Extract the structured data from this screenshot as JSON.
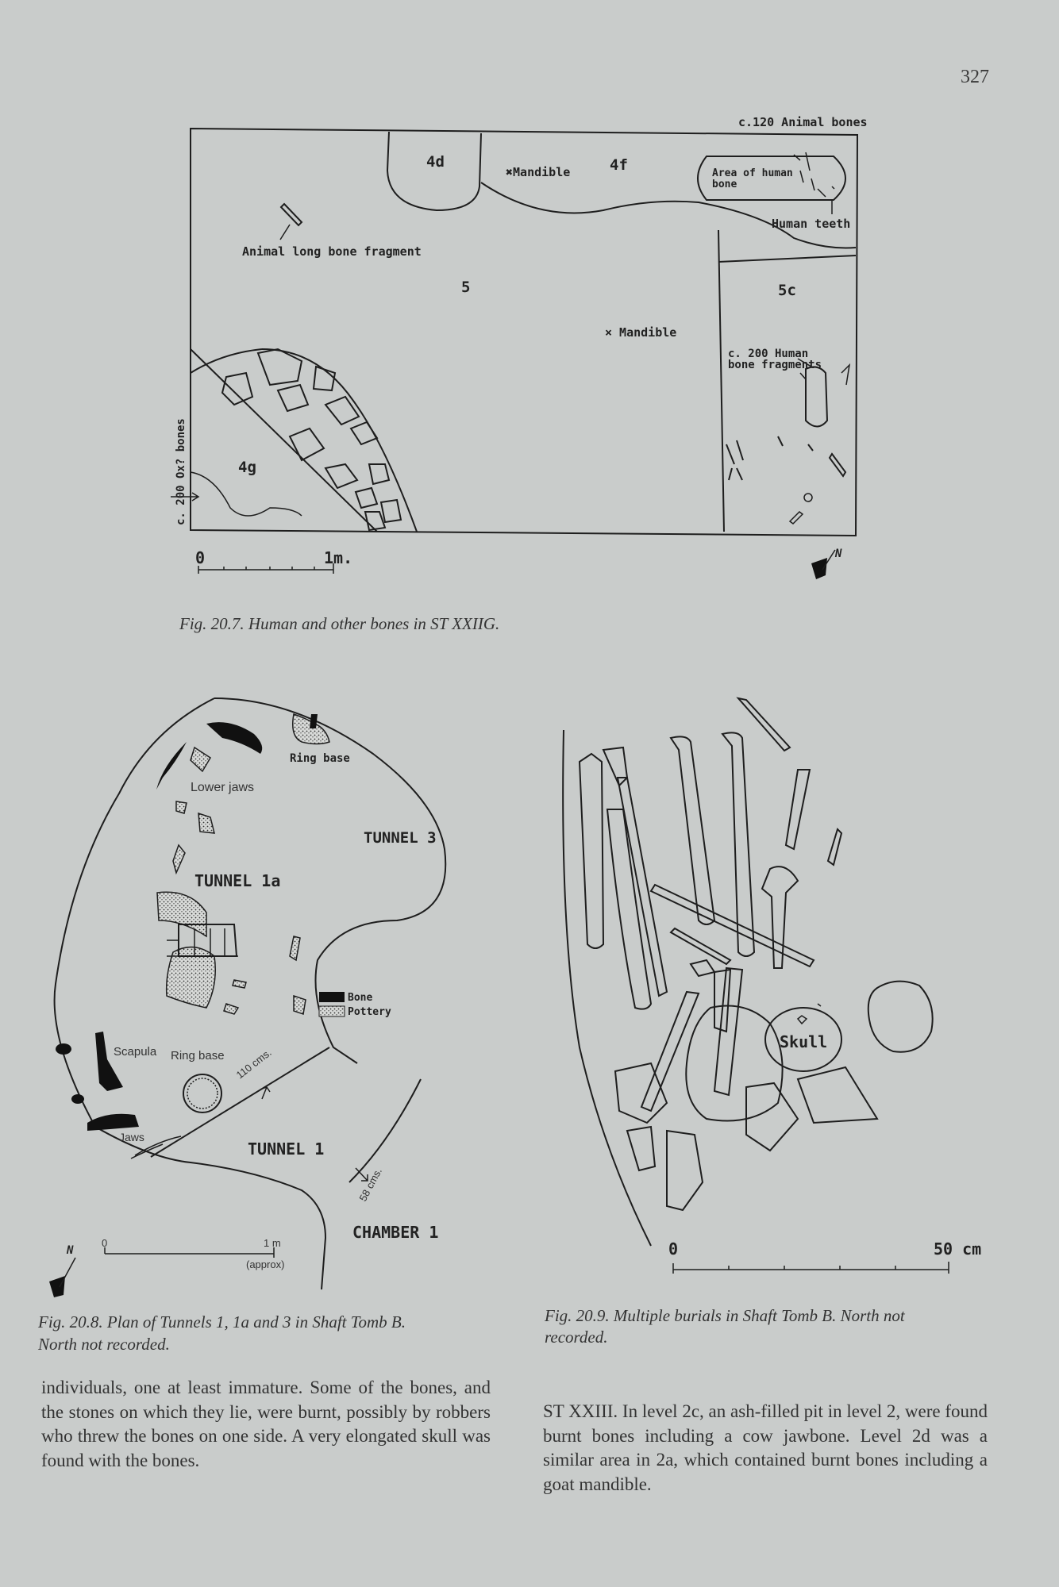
{
  "page_number": "327",
  "fig_20_7": {
    "caption": "Fig. 20.7.   Human and other bones in ST XXIIG.",
    "labels": {
      "animal_bones_120": "c.120 Animal bones",
      "area_4d": "4d",
      "mandible_top": "✖Mandible",
      "area_4f": "4f",
      "area_human_bone_1": "Area of human",
      "area_human_bone_2": "bone",
      "human_teeth": "Human teeth",
      "animal_long_bone": "Animal long bone fragment",
      "area_5": "5",
      "area_5c": "5c",
      "mandible_mid": "× Mandible",
      "human_fragments_1": "c. 200 Human",
      "human_fragments_2": "bone fragments",
      "ox_bones": "c. 200 Ox? bones",
      "area_4g": "4g",
      "scale_0": "0",
      "scale_1m": "1m.",
      "north": "N"
    }
  },
  "fig_20_8": {
    "caption_1": "Fig. 20.8.   Plan of Tunnels 1, 1a and 3 in Shaft Tomb B.",
    "caption_2": "North not recorded.",
    "labels": {
      "ring_base_top": "Ring base",
      "lower_jaws": "Lower jaws",
      "tunnel_3": "TUNNEL 3",
      "tunnel_1a": "TUNNEL 1a",
      "legend_bone": "Bone",
      "legend_pottery": "Pottery",
      "scapula": "Scapula",
      "ring_base_mid": "Ring base",
      "dist_110": "110 cms.",
      "jaws": "Jaws",
      "tunnel_1": "TUNNEL 1",
      "dist_58": "58 cms.",
      "chamber_1": "CHAMBER 1",
      "scale_0": "0",
      "scale_1m": "1 m",
      "scale_approx": "(approx)",
      "north": "N"
    }
  },
  "fig_20_9": {
    "caption_1": "Fig. 20.9.   Multiple burials in Shaft Tomb B. North not",
    "caption_2": "recorded.",
    "labels": {
      "skull": "Skull",
      "scale_0": "0",
      "scale_50": "50 cm"
    }
  },
  "body_left": "individuals, one at least immature. Some of the bones, and the stones on which they lie, were burnt, possibly by robbers who threw the bones on one side. A very elongated skull was found with the bones.",
  "body_right": "ST XXIII. In level 2c, an ash-filled pit in level 2, were found burnt bones including a cow jawbone. Level 2d was a similar area in 2a, which contained burnt bones including a goat mandible."
}
